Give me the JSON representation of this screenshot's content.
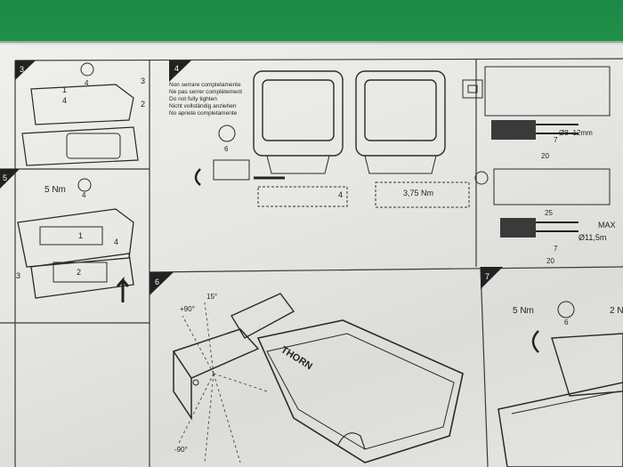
{
  "panels": {
    "p3": {
      "number": "3",
      "torque_size": "4",
      "labels": [
        "1",
        "4",
        "3",
        "2"
      ]
    },
    "p4": {
      "number": "4",
      "warnings": [
        "Non serrare completamente",
        "Ne pas serrer complètement",
        "Do not fully tighten",
        "Nicht vollständig anziehen",
        "No apriete completamente"
      ],
      "tool_size": "6",
      "hex_size": "4",
      "torque": "3,75 Nm",
      "dim_a": "7",
      "dim_b": "20",
      "cable_range": "Ø8- 12mm",
      "dim_c": "25",
      "dim_d": "7",
      "dim_e": "20",
      "max_label": "MAX",
      "max_value": "Ø11,5m"
    },
    "p5": {
      "number": "5",
      "torque": "5 Nm",
      "tool_size": "4",
      "labels": [
        "1",
        "4",
        "3",
        "2"
      ]
    },
    "p6": {
      "number": "6",
      "angle_top": "15°",
      "angle_plus": "+90°",
      "angle_minus": "-90°",
      "brand": "THORN"
    },
    "p7": {
      "number": "7",
      "torque": "5 Nm",
      "tool_size": "6",
      "torque2": "2 N"
    }
  }
}
